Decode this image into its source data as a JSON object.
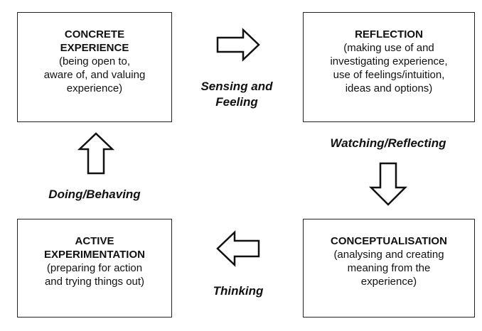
{
  "boxes": {
    "concrete": {
      "title": [
        "CONCRETE",
        "EXPERIENCE"
      ],
      "desc": [
        "(being open to,",
        "aware of, and valuing",
        "experience)"
      ]
    },
    "reflection": {
      "title": [
        "REFLECTION"
      ],
      "desc": [
        "(making use of and",
        "investigating experience,",
        "use of feelings/intuition,",
        "ideas and options)"
      ]
    },
    "active": {
      "title": [
        "ACTIVE",
        "EXPERIMENTATION"
      ],
      "desc": [
        "(preparing for action",
        "and trying things out)"
      ]
    },
    "conceptualisation": {
      "title": [
        "CONCEPTUALISATION"
      ],
      "desc": [
        "(analysing and creating",
        "meaning from the",
        "experience)"
      ]
    }
  },
  "transitions": {
    "sensing": [
      "Sensing and",
      "Feeling"
    ],
    "watching": "Watching/Reflecting",
    "thinking": "Thinking",
    "doing": "Doing/Behaving"
  },
  "arrows": {
    "sensing": "arrow-right-icon",
    "watching": "arrow-down-icon",
    "thinking": "arrow-left-icon",
    "doing": "arrow-up-icon"
  }
}
